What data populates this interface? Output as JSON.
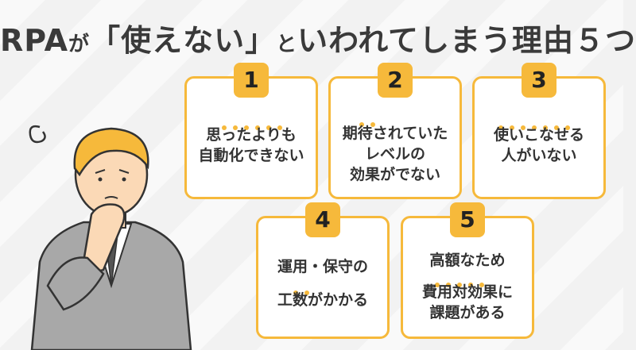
{
  "title": {
    "part1": "RPA",
    "part2": "が",
    "part3": "「使えない」",
    "part4": "と",
    "part5": "いわれてしまう理由",
    "part6": "５つ"
  },
  "cards": [
    {
      "number": "1",
      "lines": [
        "思ったよりも",
        "自動化できない"
      ]
    },
    {
      "number": "2",
      "lines": [
        "期待されていた",
        "レベルの",
        "効果がでない"
      ]
    },
    {
      "number": "3",
      "lines": [
        "使いこなせる",
        "人がいない"
      ]
    },
    {
      "number": "4",
      "lines": [
        "運用・保守の",
        "工数がかかる"
      ]
    },
    {
      "number": "5",
      "lines": [
        "高額なため",
        "費用対効果に",
        "課題がある"
      ]
    }
  ],
  "colors": {
    "accent": "#f6b93b",
    "text": "#333333"
  }
}
